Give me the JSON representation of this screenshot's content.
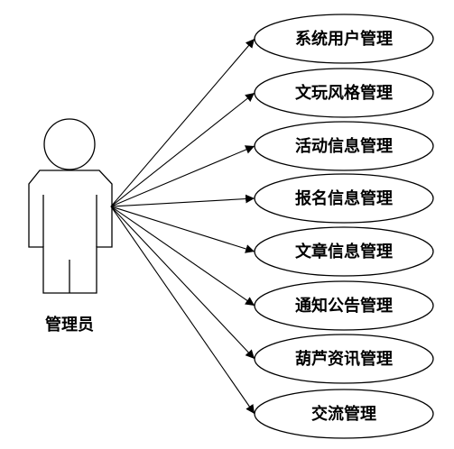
{
  "actor": {
    "label": "管理员"
  },
  "use_cases": [
    {
      "label": "系统用户管理"
    },
    {
      "label": "文玩风格管理"
    },
    {
      "label": "活动信息管理"
    },
    {
      "label": "报名信息管理"
    },
    {
      "label": "文章信息管理"
    },
    {
      "label": "通知公告管理"
    },
    {
      "label": "葫芦资讯管理"
    },
    {
      "label": "交流管理"
    }
  ]
}
